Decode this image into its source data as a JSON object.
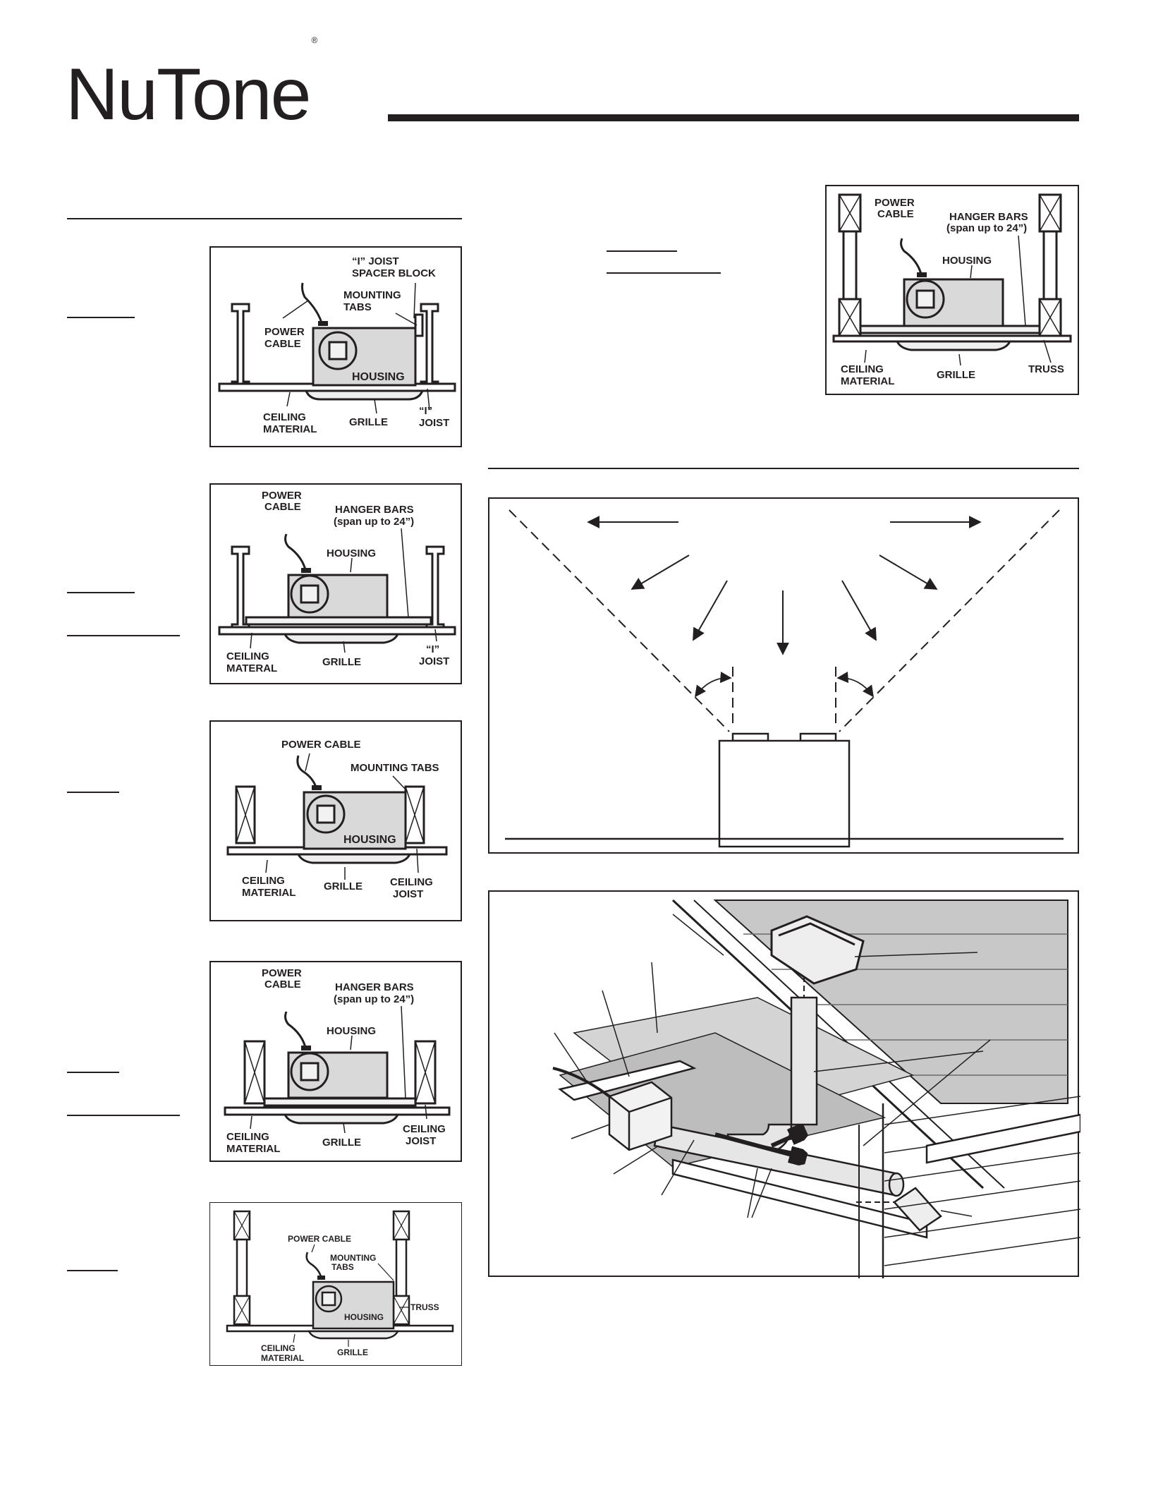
{
  "logo": {
    "brand": "NuTone",
    "mark": "®"
  },
  "fig_ijoist_tabs": {
    "spacer": [
      "“I” JOIST",
      "SPACER BLOCK"
    ],
    "tabs": [
      "MOUNTING",
      "TABS"
    ],
    "cable": [
      "POWER",
      "CABLE"
    ],
    "housing": "HOUSING",
    "ceiling": [
      "CEILING",
      "MATERIAL"
    ],
    "grille": "GRILLE",
    "joist": [
      "“I”",
      "JOIST"
    ]
  },
  "fig_ijoist_hanger": {
    "cable": [
      "POWER",
      "CABLE"
    ],
    "hanger": [
      "HANGER BARS",
      "(span up to 24”)"
    ],
    "housing": "HOUSING",
    "ceiling": [
      "CEILING",
      "MATERAL"
    ],
    "grille": "GRILLE",
    "joist": [
      "“I”",
      "JOIST"
    ]
  },
  "fig_joist_tabs": {
    "cable": "POWER CABLE",
    "tabs": "MOUNTING TABS",
    "housing": "HOUSING",
    "ceiling": [
      "CEILING",
      "MATERIAL"
    ],
    "grille": "GRILLE",
    "joist": [
      "CEILING",
      "JOIST"
    ]
  },
  "fig_joist_hanger": {
    "cable": [
      "POWER",
      "CABLE"
    ],
    "hanger": [
      "HANGER BARS",
      "(span up to 24”)"
    ],
    "housing": "HOUSING",
    "ceiling": [
      "CEILING",
      "MATERIAL"
    ],
    "grille": "GRILLE",
    "joist": [
      "CEILING",
      "JOIST"
    ]
  },
  "fig_truss_tabs": {
    "cable": "POWER CABLE",
    "tabs": [
      "MOUNTING",
      "TABS"
    ],
    "housing": "HOUSING",
    "truss": "TRUSS",
    "ceiling": [
      "CEILING",
      "MATERIAL"
    ],
    "grille": "GRILLE"
  },
  "fig_truss_hanger": {
    "cable": [
      "POWER",
      "CABLE"
    ],
    "hanger": [
      "HANGER BARS",
      "(span up to 24”)"
    ],
    "housing": "HOUSING",
    "ceiling": [
      "CEILING",
      "MATERIAL"
    ],
    "grille": "GRILLE",
    "truss": "TRUSS"
  }
}
